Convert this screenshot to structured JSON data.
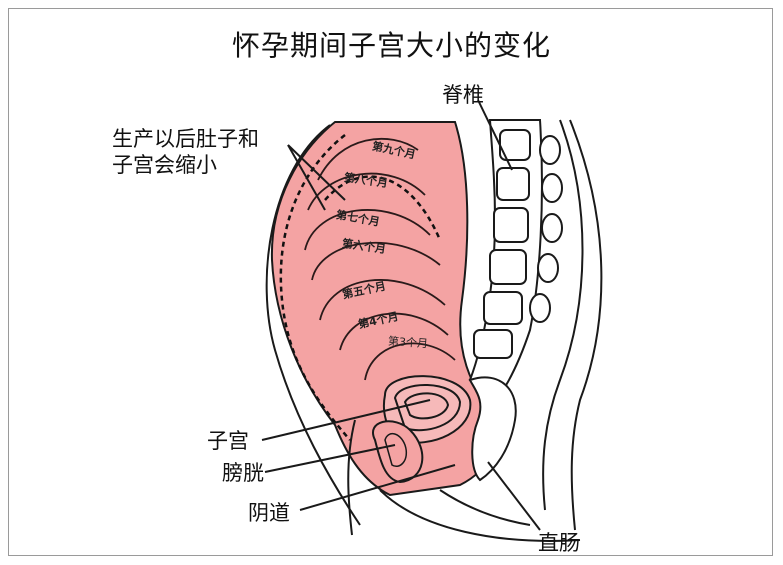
{
  "title": "怀孕期间子宫大小的变化",
  "labels": {
    "spine": "脊椎",
    "shrink_line1": "生产以后肚子和",
    "shrink_line2": "子宫会缩小",
    "uterus": "子宫",
    "bladder": "膀胱",
    "vagina": "阴道",
    "rectum": "直肠"
  },
  "months": [
    "第九个月",
    "第八个月",
    "第七个月",
    "第六个月",
    "第五个月",
    "第4个月",
    "第3个月"
  ],
  "colors": {
    "uterus_fill": "#f4a3a3",
    "outline": "#1a1a1a"
  }
}
